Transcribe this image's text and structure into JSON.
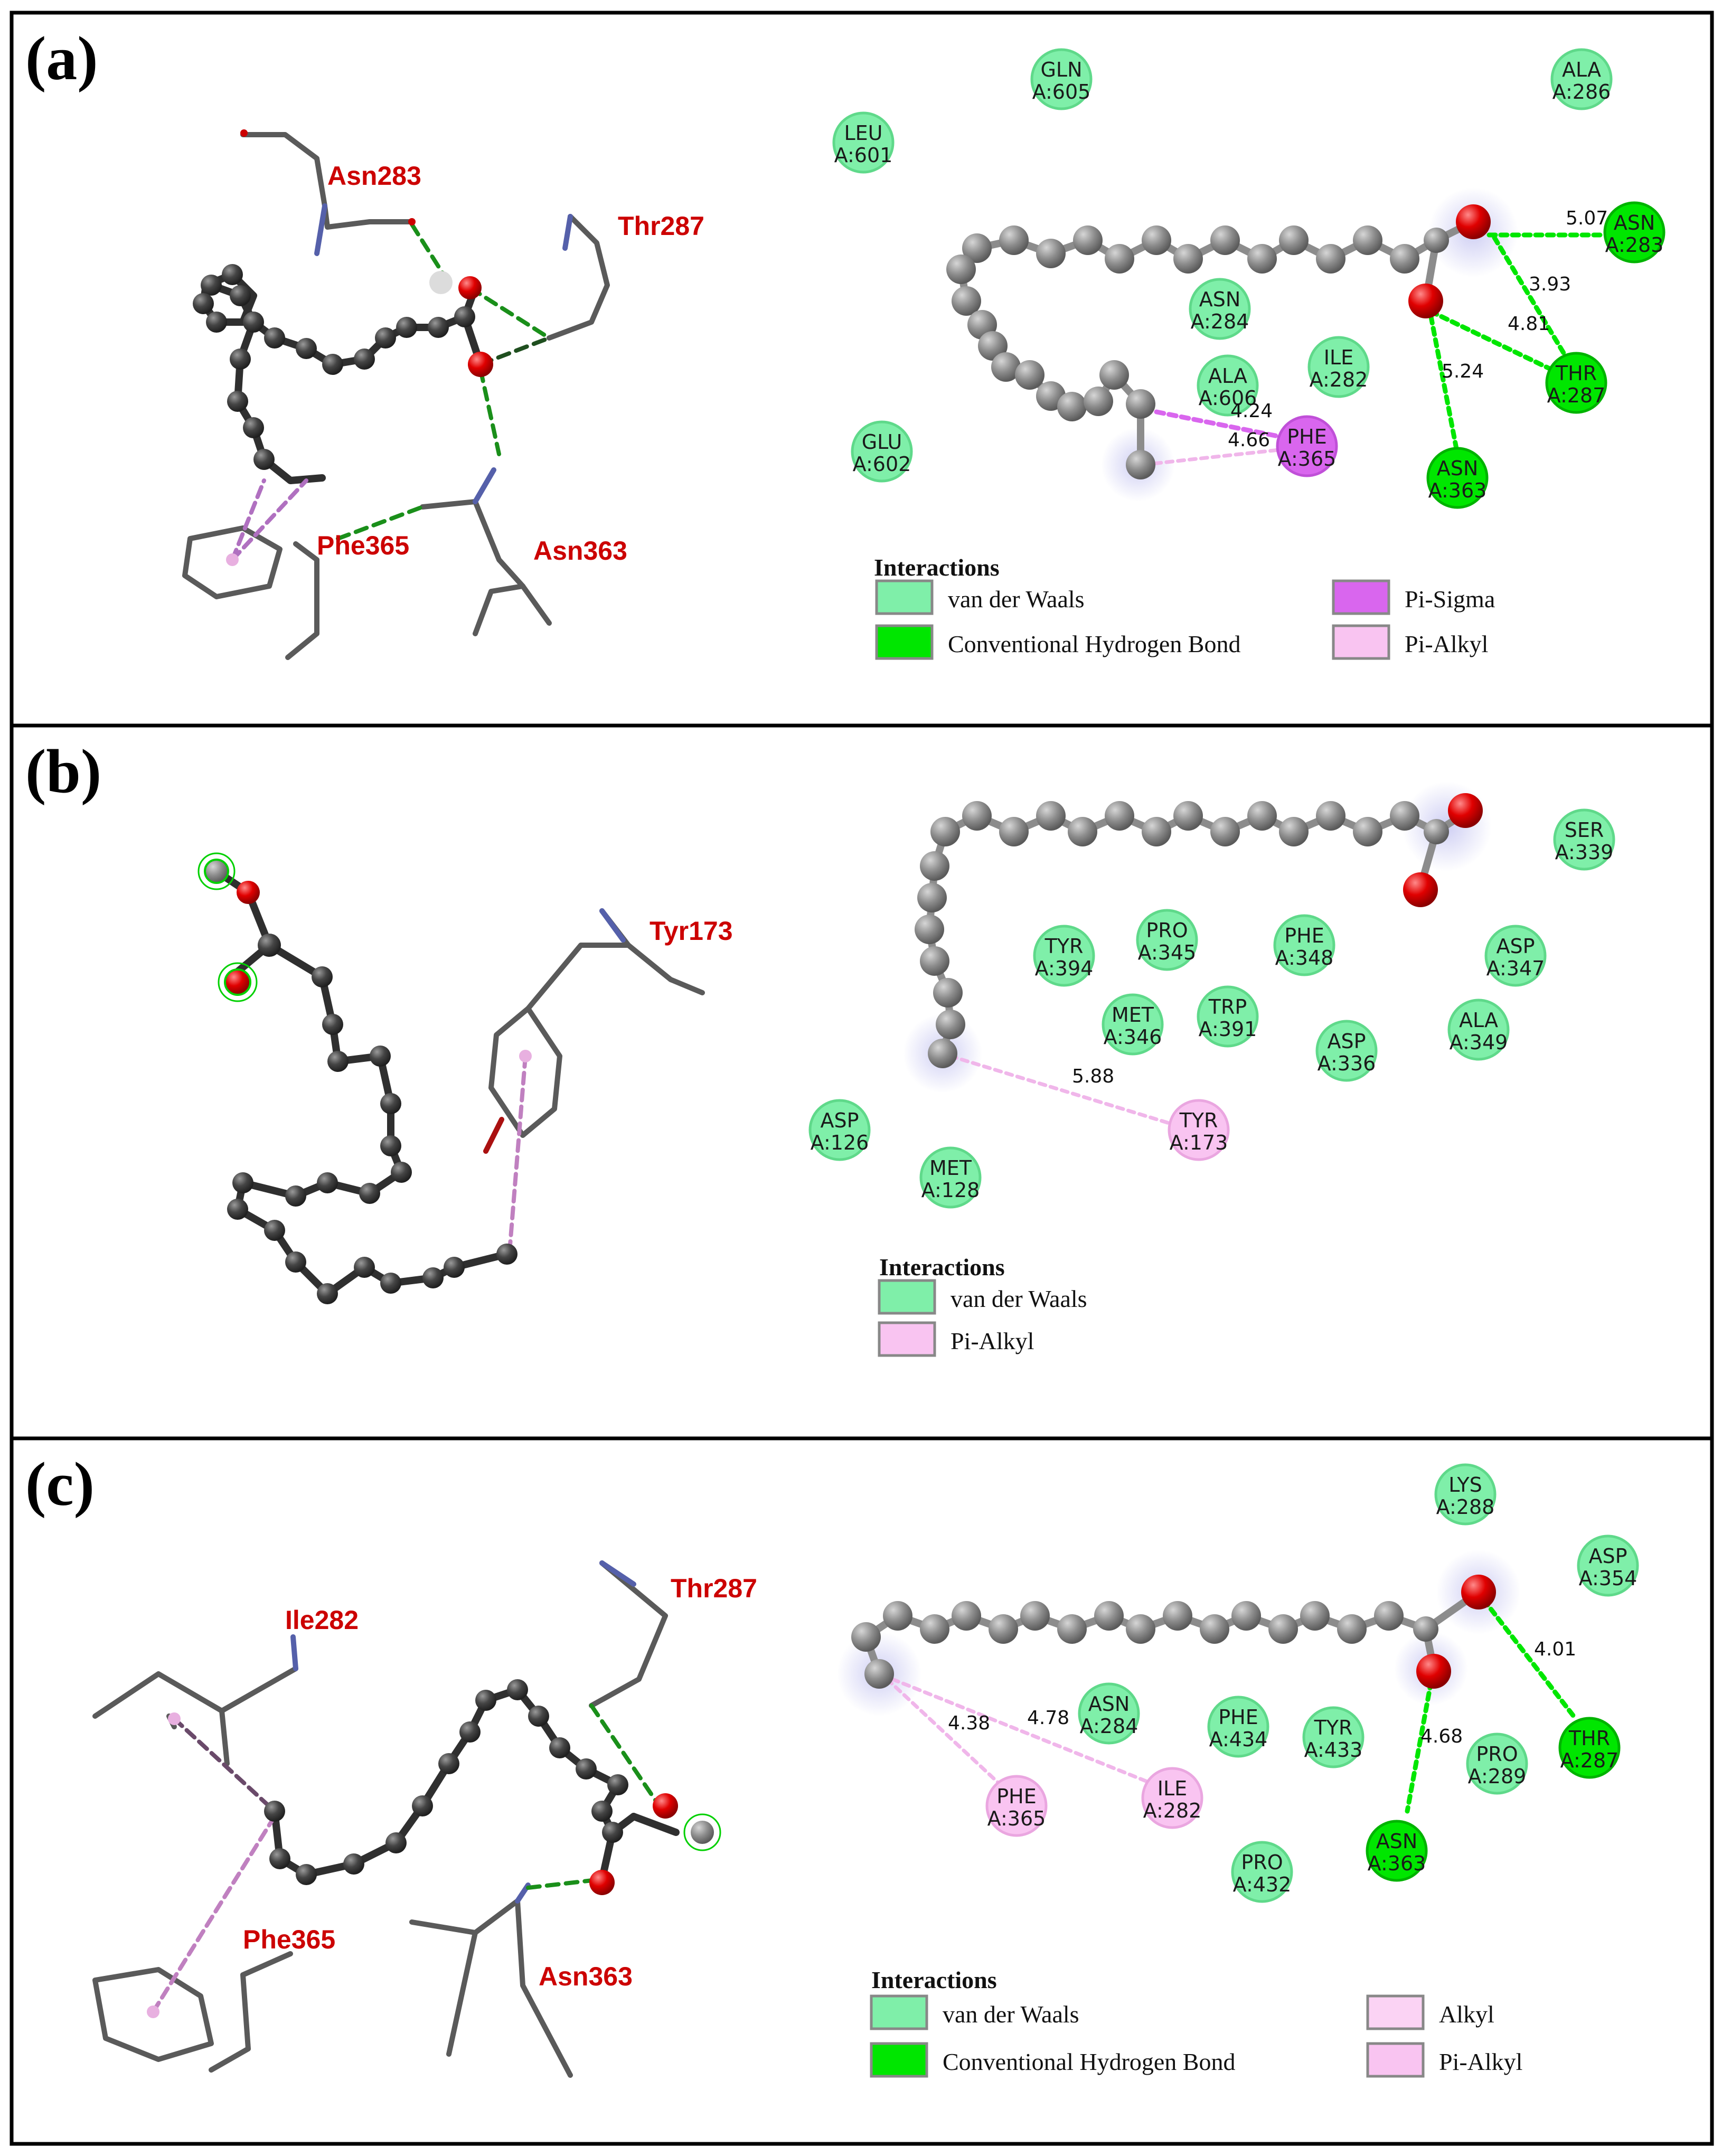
{
  "colors": {
    "vdw": "#7fefa9",
    "vdw_stroke": "#5fd98a",
    "hbond": "#00e600",
    "hbond_stroke": "#00b300",
    "pi_sigma": "#d966ee",
    "pi_alkyl": "#f9c4f1",
    "alkyl": "#fbd3f4",
    "carbon_2d": "#8c8c8c",
    "carbon_3d": "#3f3f3f",
    "oxygen": "#e00000"
  },
  "panels": [
    {
      "label": "(a)",
      "residue_labels_3d": [
        "Asn283",
        "Thr287",
        "Phe365",
        "Asn363"
      ],
      "nodes": [
        {
          "name": "GLN",
          "id": "A:605",
          "type": "vdw"
        },
        {
          "name": "ALA",
          "id": "A:286",
          "type": "vdw"
        },
        {
          "name": "LEU",
          "id": "A:601",
          "type": "vdw"
        },
        {
          "name": "ASN",
          "id": "A:283",
          "type": "hbond"
        },
        {
          "name": "ASN",
          "id": "A:284",
          "type": "vdw"
        },
        {
          "name": "ILE",
          "id": "A:282",
          "type": "vdw"
        },
        {
          "name": "ALA",
          "id": "A:606",
          "type": "vdw"
        },
        {
          "name": "THR",
          "id": "A:287",
          "type": "hbond"
        },
        {
          "name": "GLU",
          "id": "A:602",
          "type": "vdw"
        },
        {
          "name": "PHE",
          "id": "A:365",
          "type": "pi_sigma"
        },
        {
          "name": "ASN",
          "id": "A:363",
          "type": "hbond"
        }
      ],
      "distances": [
        "5.07",
        "3.93",
        "4.81",
        "5.24",
        "4.24",
        "4.66"
      ],
      "legend_title": "Interactions",
      "legend": [
        {
          "label": "van der Waals",
          "type": "vdw"
        },
        {
          "label": "Conventional Hydrogen Bond",
          "type": "hbond"
        },
        {
          "label": "Pi-Sigma",
          "type": "pi_sigma"
        },
        {
          "label": "Pi-Alkyl",
          "type": "pi_alkyl"
        }
      ]
    },
    {
      "label": "(b)",
      "residue_labels_3d": [
        "Tyr173"
      ],
      "nodes": [
        {
          "name": "SER",
          "id": "A:339",
          "type": "vdw"
        },
        {
          "name": "TYR",
          "id": "A:394",
          "type": "vdw"
        },
        {
          "name": "PRO",
          "id": "A:345",
          "type": "vdw"
        },
        {
          "name": "PHE",
          "id": "A:348",
          "type": "vdw"
        },
        {
          "name": "ASP",
          "id": "A:347",
          "type": "vdw"
        },
        {
          "name": "MET",
          "id": "A:346",
          "type": "vdw"
        },
        {
          "name": "TRP",
          "id": "A:391",
          "type": "vdw"
        },
        {
          "name": "ASP",
          "id": "A:336",
          "type": "vdw"
        },
        {
          "name": "ALA",
          "id": "A:349",
          "type": "vdw"
        },
        {
          "name": "TYR",
          "id": "A:173",
          "type": "pi_alkyl"
        },
        {
          "name": "ASP",
          "id": "A:126",
          "type": "vdw"
        },
        {
          "name": "MET",
          "id": "A:128",
          "type": "vdw"
        }
      ],
      "distances": [
        "5.88"
      ],
      "legend_title": "Interactions",
      "legend": [
        {
          "label": "van der Waals",
          "type": "vdw"
        },
        {
          "label": "Pi-Alkyl",
          "type": "pi_alkyl"
        }
      ]
    },
    {
      "label": "(c)",
      "residue_labels_3d": [
        "Ile282",
        "Thr287",
        "Phe365",
        "Asn363"
      ],
      "nodes": [
        {
          "name": "LYS",
          "id": "A:288",
          "type": "vdw"
        },
        {
          "name": "ASP",
          "id": "A:354",
          "type": "vdw"
        },
        {
          "name": "ASN",
          "id": "A:284",
          "type": "vdw"
        },
        {
          "name": "PHE",
          "id": "A:434",
          "type": "vdw"
        },
        {
          "name": "TYR",
          "id": "A:433",
          "type": "vdw"
        },
        {
          "name": "PRO",
          "id": "A:289",
          "type": "vdw"
        },
        {
          "name": "THR",
          "id": "A:287",
          "type": "hbond"
        },
        {
          "name": "PHE",
          "id": "A:365",
          "type": "pi_alkyl"
        },
        {
          "name": "ILE",
          "id": "A:282",
          "type": "pi_alkyl"
        },
        {
          "name": "ASN",
          "id": "A:363",
          "type": "hbond"
        },
        {
          "name": "PRO",
          "id": "A:432",
          "type": "vdw"
        }
      ],
      "distances": [
        "4.01",
        "4.68",
        "4.38",
        "4.78"
      ],
      "legend_title": "Interactions",
      "legend": [
        {
          "label": "van der Waals",
          "type": "vdw"
        },
        {
          "label": "Conventional Hydrogen Bond",
          "type": "hbond"
        },
        {
          "label": "Alkyl",
          "type": "alkyl"
        },
        {
          "label": "Pi-Alkyl",
          "type": "pi_alkyl"
        }
      ]
    }
  ]
}
